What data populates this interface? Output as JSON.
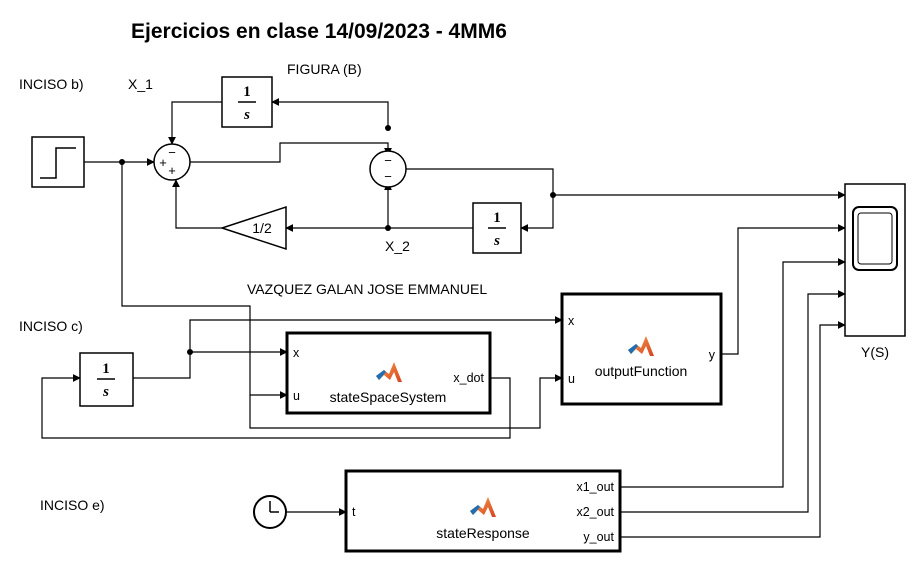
{
  "title": "Ejercicios en clase 14/09/2023   -   4MM6",
  "labels": {
    "inciso_b": "INCISO b)",
    "inciso_c": "INCISO c)",
    "inciso_e": "INCISO e)",
    "x1": "X_1",
    "x2": "X_2",
    "figura": "FIGURA  (B)",
    "author": "VAZQUEZ GALAN JOSE EMMANUEL"
  },
  "blocks": {
    "integrator_num": "1",
    "integrator_den": "s",
    "gain": "1/2",
    "scope_name": "Y(S)",
    "state_space": {
      "name": "stateSpaceSystem",
      "in1": "x",
      "in2": "u",
      "out1": "x_dot"
    },
    "output_function": {
      "name": "outputFunction",
      "in1": "x",
      "in2": "u",
      "out1": "y"
    },
    "state_response": {
      "name": "stateResponse",
      "in1": "t",
      "out1": "x1_out",
      "out2": "x2_out",
      "out3": "y_out"
    }
  },
  "signs": {
    "sum1_top": "−",
    "sum1_left": "+",
    "sum1_bottom": "+",
    "sum2_top": "−",
    "sum2_bottom": "−"
  },
  "colors": {
    "matlab_orange": "#e16737",
    "matlab_blue": "#1f6fb4"
  },
  "icons": [
    "step-icon",
    "clock-icon",
    "scope-icon",
    "matlab-function-icon"
  ]
}
